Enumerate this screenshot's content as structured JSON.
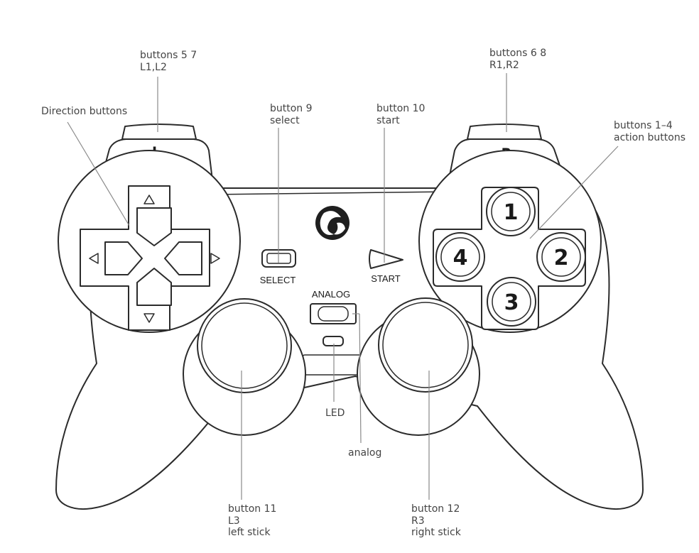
{
  "shoulder_left": "L",
  "shoulder_right": "R",
  "body_labels": {
    "select": "SELECT",
    "start": "START",
    "analog": "ANALOG"
  },
  "action_numbers": {
    "top": "1",
    "right": "2",
    "bottom": "3",
    "left": "4"
  },
  "callouts": {
    "left_shoulder": [
      "buttons 5 7",
      "L1,L2"
    ],
    "right_shoulder": [
      "buttons 6 8",
      "R1,R2"
    ],
    "direction": [
      "Direction buttons"
    ],
    "select": [
      "button 9",
      "select"
    ],
    "start": [
      "button 10",
      "start"
    ],
    "action": [
      "buttons 1–4",
      "action buttons"
    ],
    "led": [
      "LED"
    ],
    "analog": [
      "analog"
    ],
    "left_stick": [
      "button 11",
      "L3",
      "left stick"
    ],
    "right_stick": [
      "button 12",
      "R3",
      "right stick"
    ]
  }
}
